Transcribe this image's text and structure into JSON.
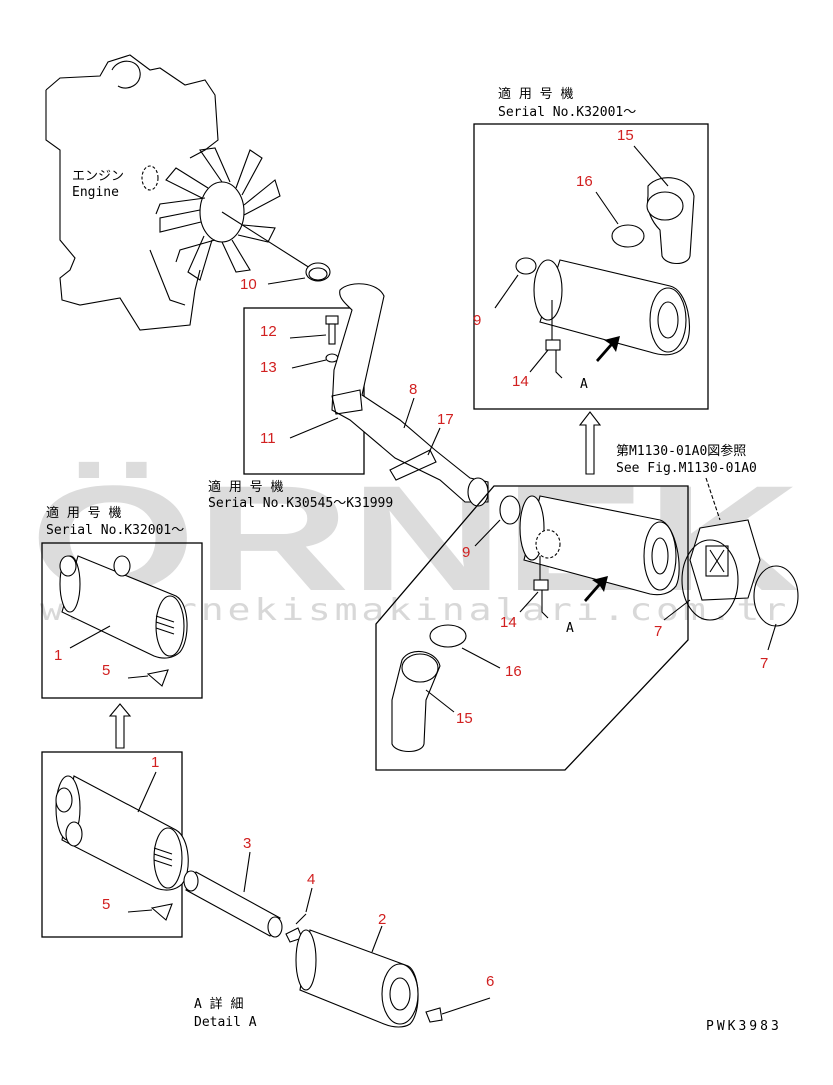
{
  "watermark": {
    "brand": "ÖRNEK",
    "url": "www.ornekismakinalari.com.tr",
    "accent_color": "#f3d24a"
  },
  "labels": {
    "engine_jp": "エンジン",
    "engine_en": "Engine",
    "box_top_right_jp": "適 用 号 機",
    "box_top_right_en": "Serial No.K32001～",
    "box_mid_jp": "適 用 号 機",
    "box_mid_en": "Serial No.K30545～K31999",
    "box_left_jp": "適 用 号 機",
    "box_left_en": "Serial No.K32001～",
    "ref_jp": "第M1130-01A0図参照",
    "ref_en": "See Fig.M1130-01A0",
    "detail_jp": "A 詳 細",
    "detail_en": "Detail A",
    "view_a_top": "A",
    "view_a_main": "A",
    "drawing_code": "PWK3983"
  },
  "parts": {
    "p10": "10",
    "p12": "12",
    "p13": "13",
    "p11": "11",
    "p8": "8",
    "p17": "17",
    "p15_top": "15",
    "p16_top": "16",
    "p9_top": "9",
    "p14_top": "14",
    "p9_main": "9",
    "p14_main": "14",
    "p16_main": "16",
    "p15_main": "15",
    "p7_a": "7",
    "p7_b": "7",
    "p1_left": "1",
    "p5_left": "5",
    "p1_bottom": "1",
    "p5_bottom": "5",
    "p3": "3",
    "p4": "4",
    "p2": "2",
    "p6": "6"
  },
  "colors": {
    "part_number": "#d12020",
    "line": "#000000",
    "watermark": "#dcdcdc"
  }
}
